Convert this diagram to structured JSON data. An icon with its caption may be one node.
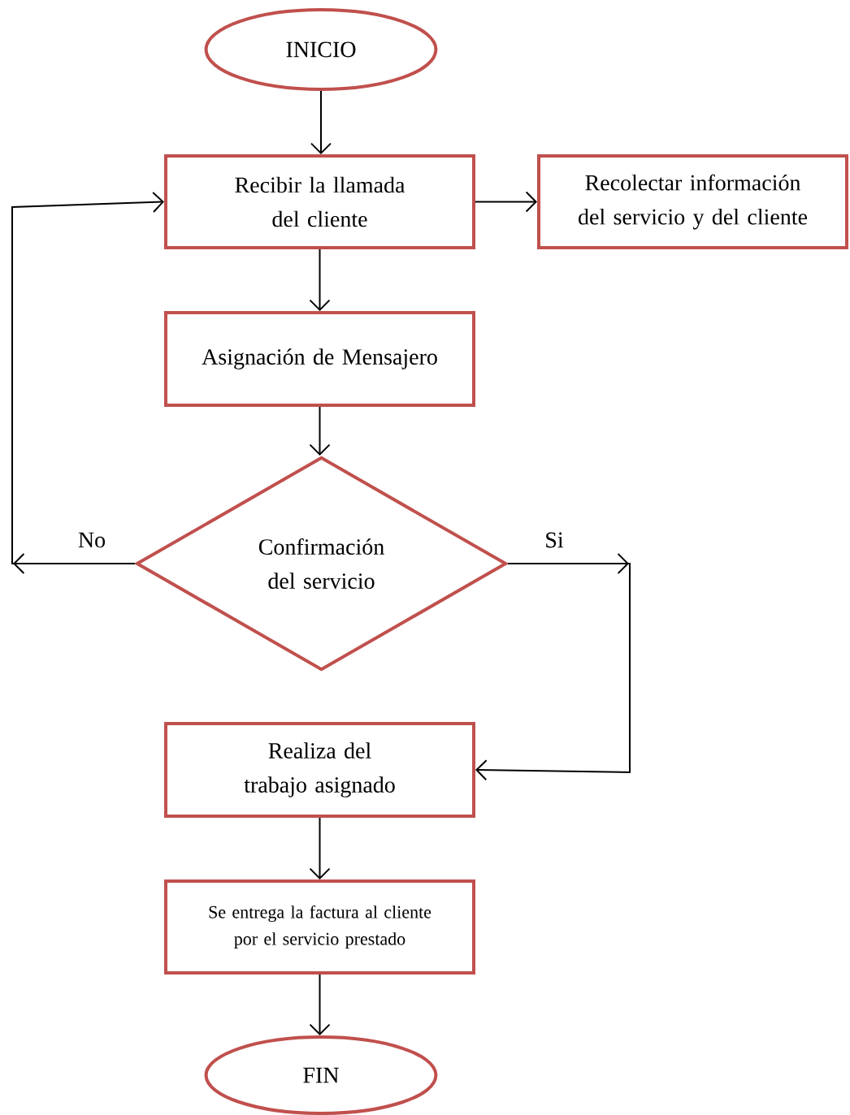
{
  "diagram": {
    "nodes": [
      {
        "text": [
          "INICIO"
        ]
      },
      {
        "text": [
          "Recibir la llamada del cliente"
        ]
      },
      {
        "text": [
          "Recolectar información del servicio y del cliente"
        ]
      },
      {
        "text": [
          "Asignación de Mensajero"
        ]
      },
      {
        "text": [
          "Confirmación del servicio"
        ]
      },
      {
        "text": [
          "Realiza del trabajo asignado"
        ]
      },
      {
        "text": [
          "Se entrega la factura al cliente por el servicio prestado"
        ]
      },
      {
        "text": [
          "FIN"
        ]
      }
    ],
    "edges": [
      {
        "from": 0,
        "to": 1,
        "arrow": "to"
      },
      {
        "from": 1,
        "to": 2,
        "arrow": "to"
      },
      {
        "from": 1,
        "to": 3,
        "arrow": "to"
      },
      {
        "from": 3,
        "to": 4,
        "arrow": "to"
      },
      {
        "from": 4,
        "to": 1,
        "arrow": "to",
        "label": "No"
      },
      {
        "from": 4,
        "to": 5,
        "arrow": "to",
        "label": "Si"
      },
      {
        "from": 5,
        "to": 6,
        "arrow": "to"
      },
      {
        "from": 6,
        "to": 7,
        "arrow": "to"
      }
    ]
  }
}
